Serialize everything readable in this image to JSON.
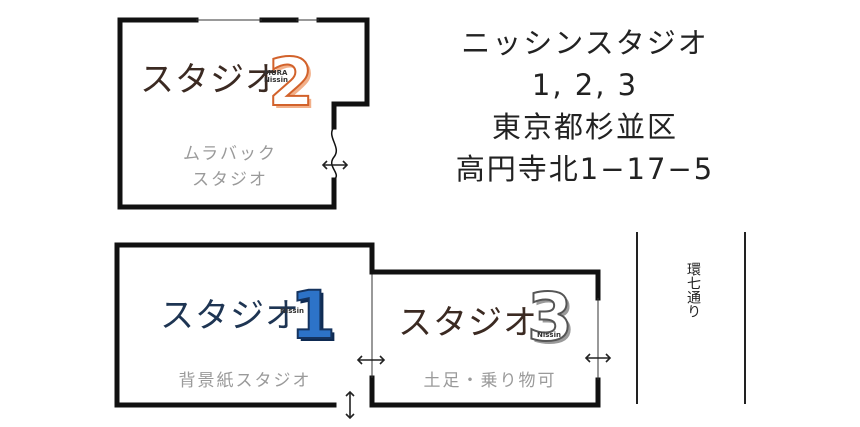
{
  "header": {
    "lines": [
      "ニッシンスタジオ",
      "1, 2, 3",
      "東京都杉並区",
      "高円寺北1−17−5"
    ]
  },
  "studios": [
    {
      "title": "スタジオ",
      "number": "2",
      "brand": [
        "MURA",
        "Nissin"
      ],
      "room": [
        "ムラバック",
        "スタジオ"
      ]
    },
    {
      "title": "スタジオ",
      "number": "1",
      "brand": [
        "Nissin"
      ],
      "room": [
        "背景紙スタジオ"
      ]
    },
    {
      "title": "スタジオ",
      "number": "3",
      "brand": [
        "Nissin"
      ],
      "room": [
        "土足・乗り物可"
      ]
    }
  ],
  "street": {
    "label": "環七通り"
  },
  "icons": [
    "double-arrow-horizontal-icon",
    "double-arrow-vertical-icon",
    "wavy-opening-icon"
  ],
  "colors": {
    "wall": "#111111",
    "accent_2": "#d2622b",
    "accent_1": "#2d73c8",
    "accent_3": "#555555",
    "room_label": "#9a9a9a"
  }
}
